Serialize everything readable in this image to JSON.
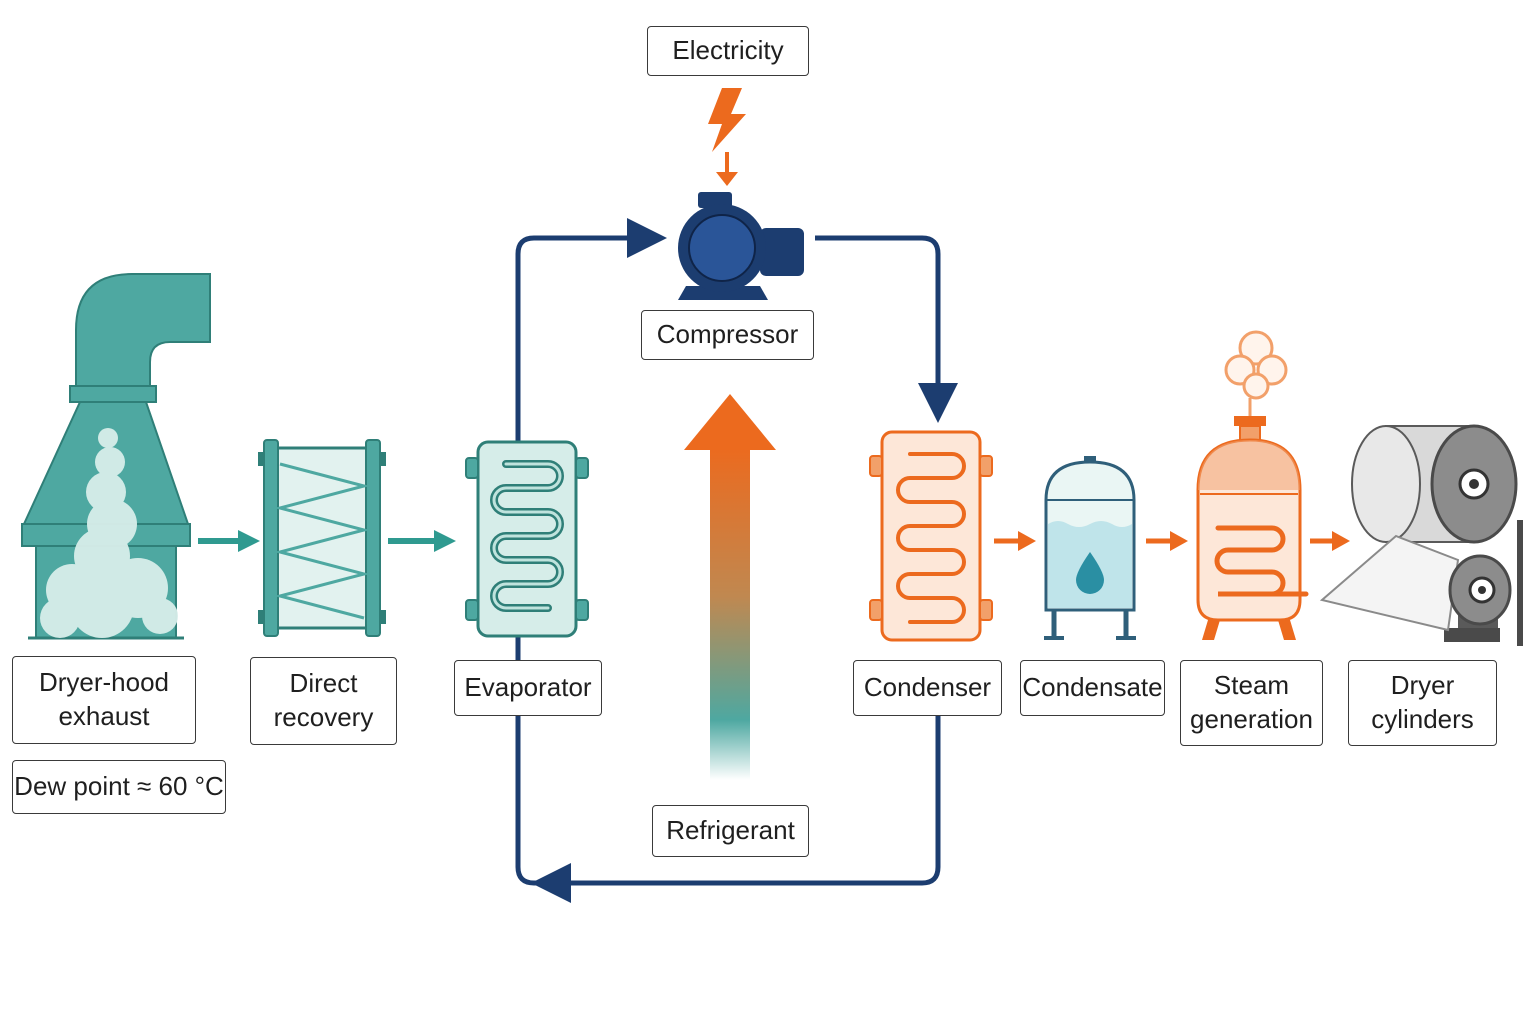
{
  "colors": {
    "teal": "#4ea8a1",
    "teal_light": "#cfe8e4",
    "teal_dark": "#2f7f78",
    "navy": "#1c3d70",
    "orange": "#ec6a1e",
    "orange_light": "#fde7d8",
    "grey": "#8a8a8a"
  },
  "icons": {
    "hood": "exhaust-hood-icon",
    "direct": "heat-exchanger-icon",
    "evaporator": "evaporator-coil-icon",
    "compressor": "compressor-icon",
    "electricity": "lightning-bolt-icon",
    "condenser": "condenser-coil-icon",
    "condensate": "condensate-tank-icon",
    "steam": "steam-boiler-icon",
    "cylinders": "dryer-cylinders-icon"
  },
  "nodes": {
    "electricity": {
      "label": "Electricity"
    },
    "compressor": {
      "label": "Compressor"
    },
    "hood": {
      "line1": "Dryer-hood",
      "line2": "exhaust"
    },
    "dew_point": {
      "label": "Dew point ≈ 60 °C"
    },
    "direct": {
      "line1": "Direct",
      "line2": "recovery"
    },
    "evaporator": {
      "label": "Evaporator"
    },
    "refrigerant": {
      "label": "Refrigerant"
    },
    "condenser": {
      "label": "Condenser"
    },
    "condensate": {
      "label": "Condensate"
    },
    "steam": {
      "line1": "Steam",
      "line2": "generation"
    },
    "cylinders": {
      "line1": "Dryer",
      "line2": "cylinders"
    }
  }
}
